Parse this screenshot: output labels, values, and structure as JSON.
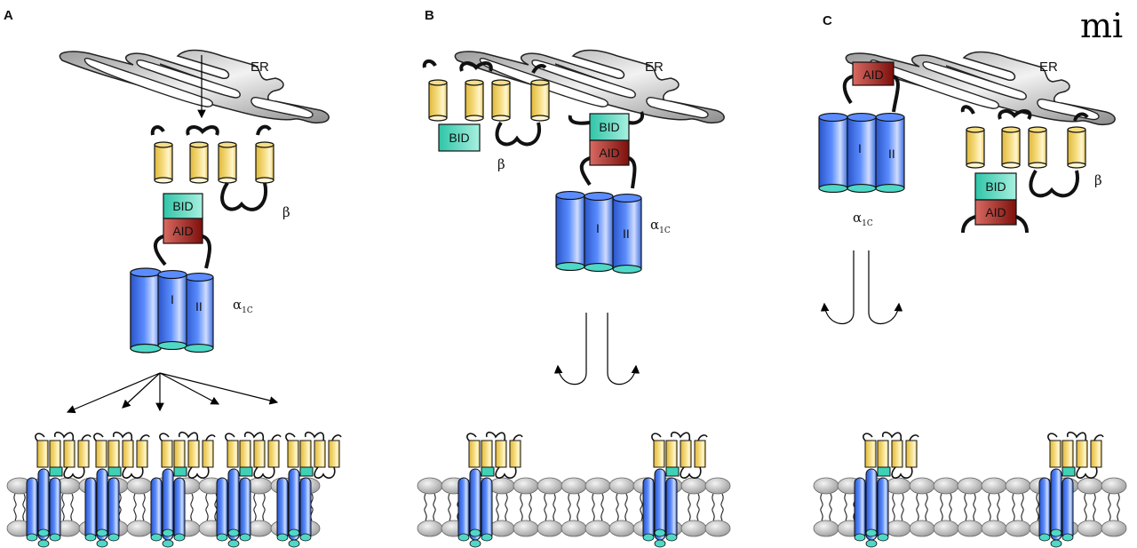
{
  "figure": {
    "logo": "mi",
    "colors": {
      "alpha_subunit": "#3c6fe0",
      "alpha_cap": "#4fd8c8",
      "beta_subunit": "#f2d572",
      "bid_box": "#3fd1b5",
      "aid_box": "#a3201e",
      "er": "#c8c8c8",
      "lipid_head": "#c4c4c4"
    },
    "panels": [
      {
        "letter": "A",
        "er_label": "ER",
        "beta_label": "β",
        "alpha_label": "α",
        "alpha_subscript": "1C",
        "bid_label": "BID",
        "aid_label": "AID",
        "segment_labels": [
          "I",
          "II"
        ],
        "membrane_channel_count": 5
      },
      {
        "letter": "B",
        "er_label": "ER",
        "beta_label": "β",
        "alpha_label": "α",
        "alpha_subscript": "1C",
        "bid_label_free": "BID",
        "bid_label": "BID",
        "aid_label": "AID",
        "segment_labels": [
          "I",
          "II"
        ],
        "membrane_channel_count": 2
      },
      {
        "letter": "C",
        "er_label": "ER",
        "beta_label": "β",
        "alpha_label": "α",
        "alpha_subscript": "1C",
        "aid_label_top": "AID",
        "bid_label": "BID",
        "aid_label": "AID",
        "segment_labels": [
          "I",
          "II"
        ],
        "membrane_channel_count": 2
      }
    ]
  }
}
